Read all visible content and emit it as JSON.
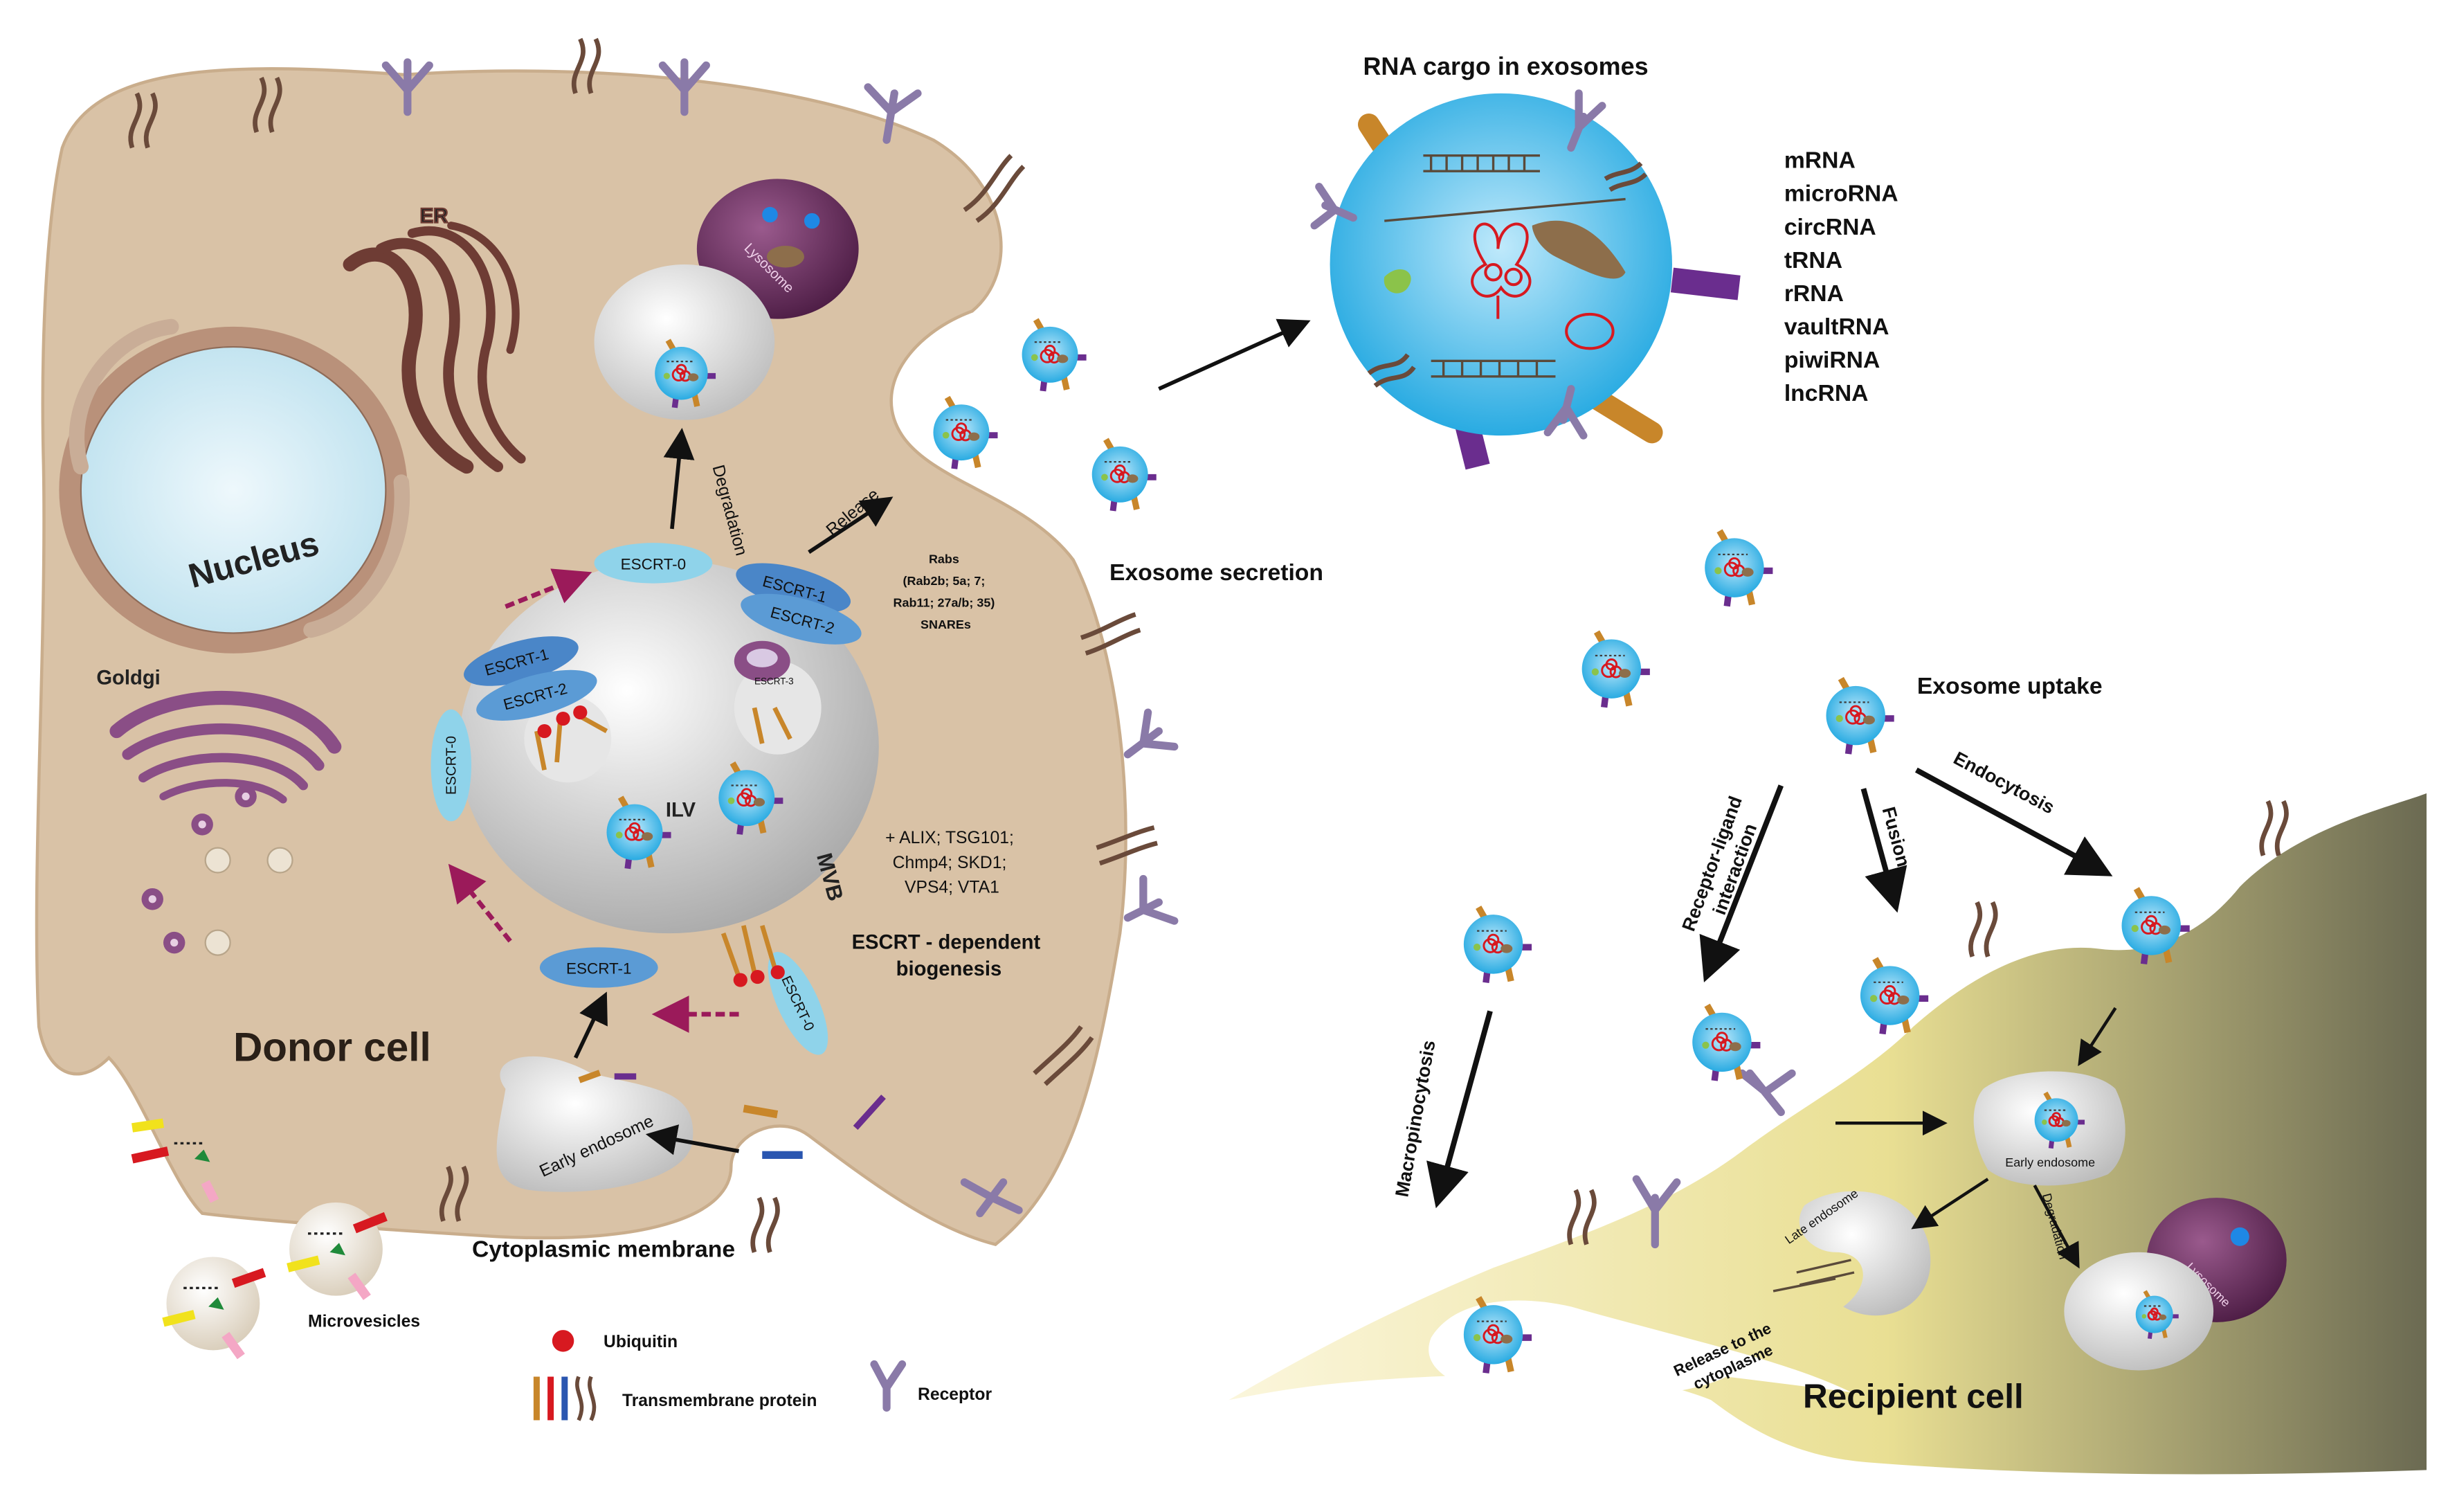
{
  "labels": {
    "er": "ER",
    "nucleus": "Nucleus",
    "goldgi": "Goldgi",
    "donor_cell": "Donor cell",
    "lysosome": "Lysosome",
    "degradation": "Degradation",
    "release": "Release",
    "escrt0": "ESCRT-0",
    "escrt1": "ESCRT-1",
    "escrt2": "ESCRT-2",
    "escrt3": "ESCRT-3",
    "ilv": "ILV",
    "mvb": "MVB",
    "rabs_lines": [
      "Rabs",
      "(Rab2b; 5a; 7;",
      "Rab11; 27a/b; 35)",
      "SNAREs"
    ],
    "alix_lines": [
      "+ ALIX; TSG101;",
      "Chmp4; SKD1;",
      "VPS4; VTA1"
    ],
    "escrt_dep_lines": [
      "ESCRT - dependent",
      "biogenesis"
    ],
    "early_endosome": "Early endosome",
    "cytoplasmic_membrane": "Cytoplasmic membrane",
    "microvesicles": "Microvesicles",
    "exosome_secretion": "Exosome secretion",
    "rna_cargo_title": "RNA cargo in exosomes",
    "exosome_uptake": "Exosome uptake",
    "endocytosis": "Endocytosis",
    "fusion": "Fusion",
    "receptor_ligand_lines": [
      "Receptor-ligand",
      "interaction"
    ],
    "macropinocytosis": "Macropinocytosis",
    "late_endosome": "Late endosome",
    "release_cyto_lines": [
      "Release to the",
      "cytoplasme"
    ],
    "recipient_cell": "Recipient cell"
  },
  "rna_types": [
    "mRNA",
    "microRNA",
    "circRNA",
    "tRNA",
    "rRNA",
    "vaultRNA",
    "piwiRNA",
    "lncRNA"
  ],
  "legend": {
    "ubiquitin": "Ubiquitin",
    "transmembrane_protein": "Transmembrane protein",
    "receptor": "Receptor"
  },
  "colors": {
    "donor_cell": "#d9c2a6",
    "donor_edge": "#c4a784",
    "nucleus": "#cfe9f3",
    "er": "#6e3c34",
    "golgi": "#8a4e86",
    "lysosome": "#6a2d5f",
    "exosome": "#29abe2",
    "escrt": "#5b9bd5",
    "recipient_light": "#f7efc0",
    "recipient_dark": "#6b6a52",
    "ubiquitin": "#d71920",
    "receptor": "#8a7aa8",
    "arrow_dashed": "#9b1a5a"
  }
}
